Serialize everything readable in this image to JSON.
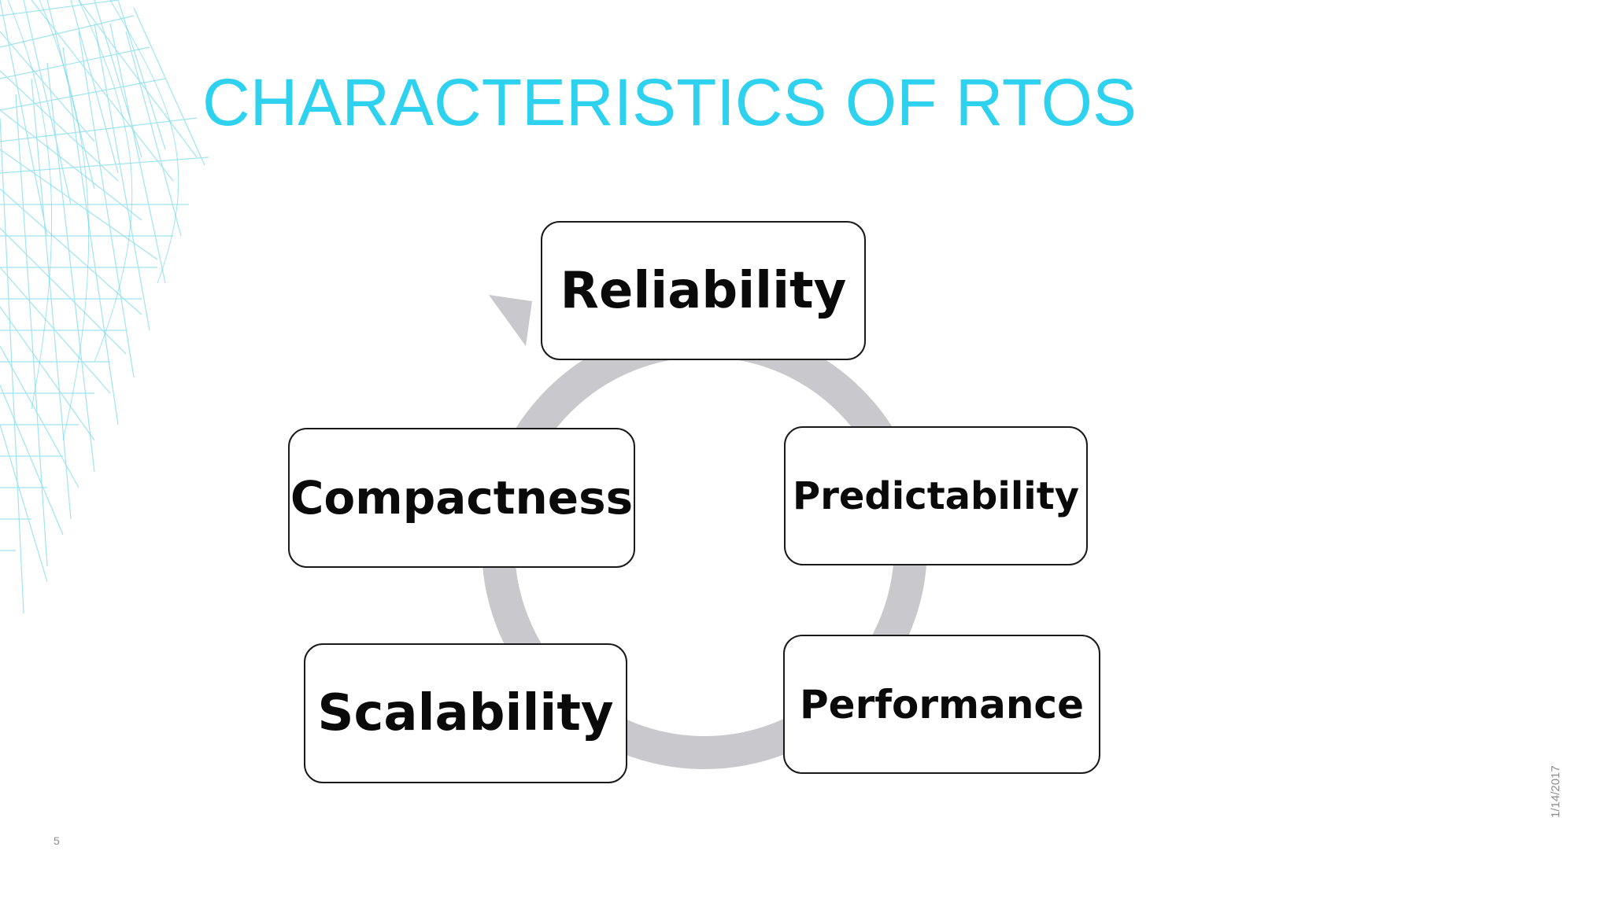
{
  "slide": {
    "title": "CHARACTERISTICS OF RTOS",
    "number": "5",
    "date": "1/14/2017"
  },
  "diagram": {
    "type": "cycle",
    "nodes": [
      {
        "id": "reliability",
        "label": "Reliability"
      },
      {
        "id": "predictability",
        "label": "Predictability"
      },
      {
        "id": "performance",
        "label": "Performance"
      },
      {
        "id": "scalability",
        "label": "Scalability"
      },
      {
        "id": "compactness",
        "label": "Compactness"
      }
    ],
    "ring_color": "#c9c8cc",
    "accent_color": "#2ed1ee"
  }
}
